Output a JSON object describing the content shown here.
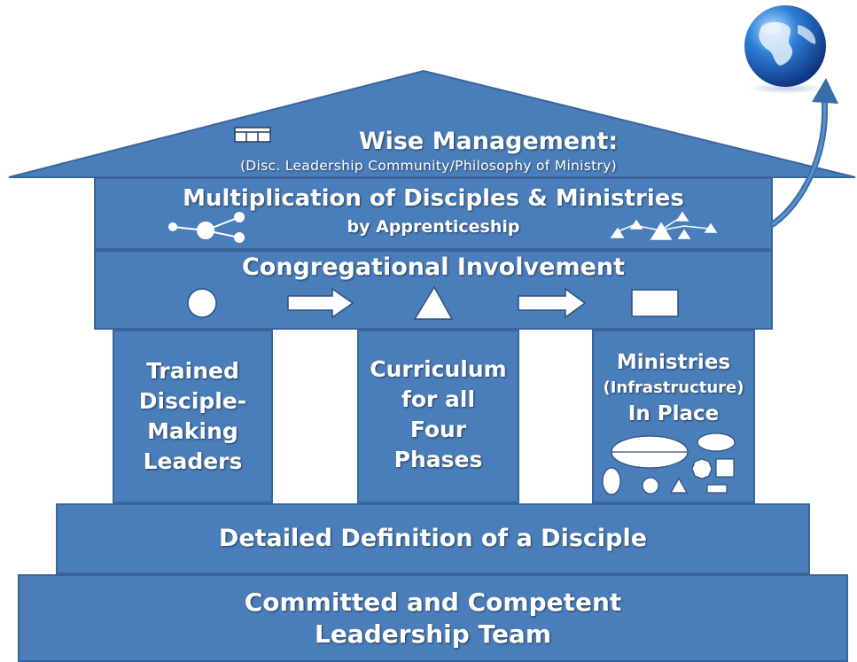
{
  "roof": {
    "title": "Wise Management:",
    "subtitle": "(Disc. Leadership Community/Philosophy of Ministry)"
  },
  "band_multiplication": {
    "title": "Multiplication of Disciples & Ministries",
    "subtitle": "by Apprenticeship"
  },
  "band_congregational": {
    "title": "Congregational Involvement"
  },
  "pillars": [
    {
      "lines": [
        "Trained",
        "Disciple-",
        "Making",
        "Leaders"
      ]
    },
    {
      "lines": [
        "Curriculum",
        "for all",
        "Four",
        "Phases"
      ]
    },
    {
      "lines": [
        "Ministries",
        "(Infrastructure)",
        "In Place"
      ]
    }
  ],
  "step_definition": {
    "title": "Detailed Definition of a Disciple"
  },
  "foundation": {
    "line1": "Committed and Competent",
    "line2": "Leadership Team"
  },
  "colors": {
    "fill": "#4a7ebb",
    "border": "#3a659b",
    "text": "#ffffff"
  },
  "icons": [
    "globe-icon",
    "curved-arrow-icon",
    "table-icon",
    "network-icon",
    "circle-icon",
    "arrow-right-icon",
    "triangle-icon",
    "rectangle-icon"
  ]
}
